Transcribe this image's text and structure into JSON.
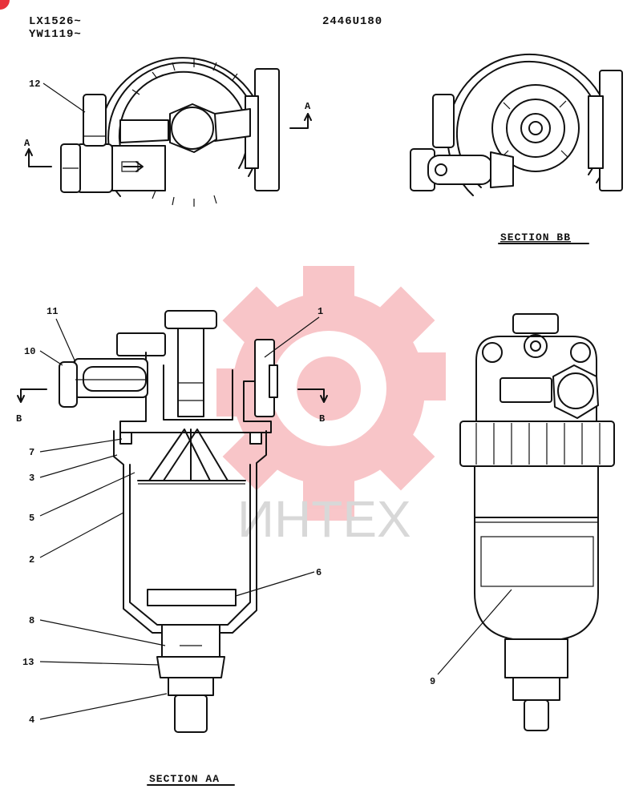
{
  "header": {
    "serial_line1": "LX1526~",
    "serial_line2": "YW1119~",
    "drawing_code": "2446U180"
  },
  "sections": {
    "section_aa": "SECTION AA",
    "section_bb": "SECTION BB"
  },
  "section_marks": {
    "a": "A",
    "b": "B"
  },
  "watermark": {
    "text": "ИНТЕХ",
    "color": "#e8323c"
  },
  "callouts": [
    "1",
    "2",
    "3",
    "4",
    "5",
    "6",
    "7",
    "8",
    "9",
    "10",
    "11",
    "12",
    "13"
  ]
}
